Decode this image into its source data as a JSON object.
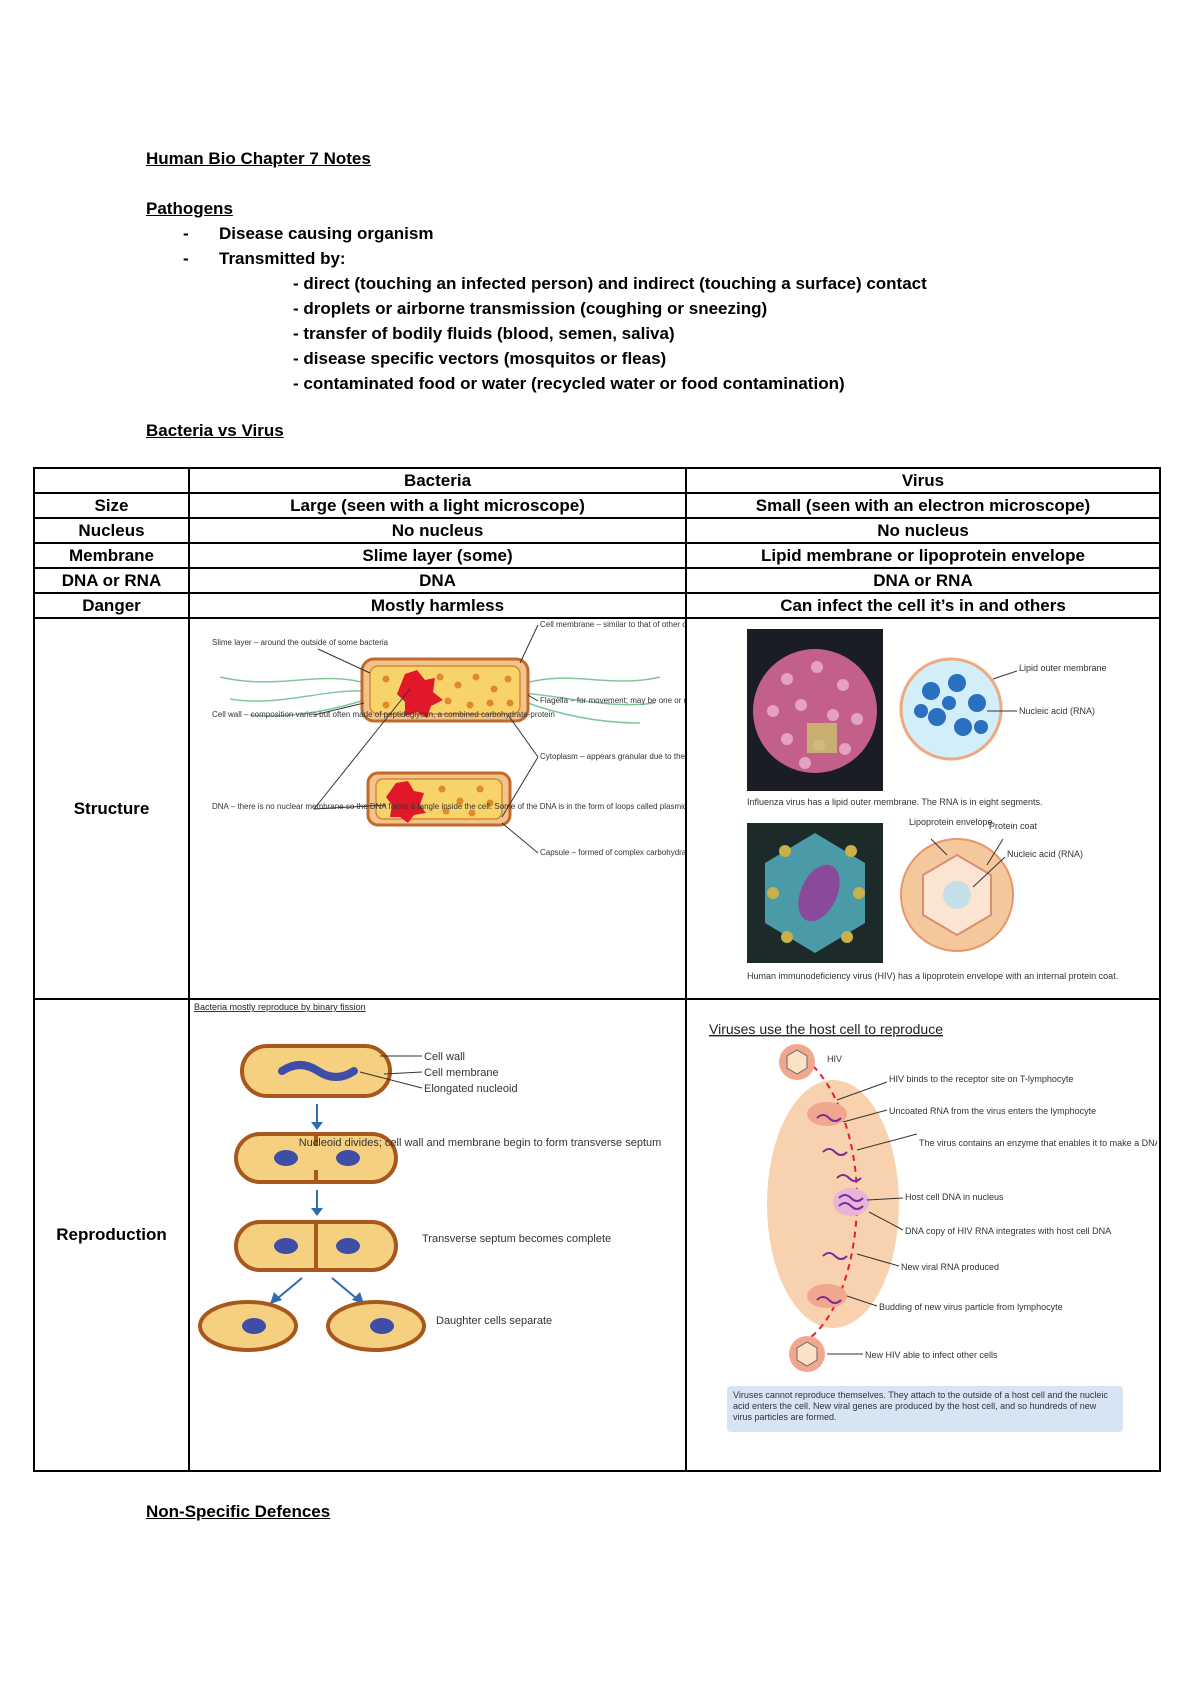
{
  "title": "Human Bio Chapter 7 Notes",
  "pathogens": {
    "heading": "Pathogens",
    "bullets": [
      "Disease causing organism",
      "Transmitted by:"
    ],
    "transmission": [
      "- direct (touching an infected person) and indirect (touching a surface) contact",
      "- droplets or airborne transmission (coughing or sneezing)",
      "- transfer of bodily fluids (blood, semen, saliva)",
      "- disease specific vectors (mosquitos or fleas)",
      "- contaminated food or water (recycled water or food contamination)"
    ]
  },
  "comparison": {
    "heading": "Bacteria vs Virus",
    "columns": [
      "",
      "Bacteria",
      "Virus"
    ],
    "rows": [
      {
        "label": "Size",
        "bacteria": "Large (seen with a light microscope)",
        "virus": "Small (seen with an electron microscope)"
      },
      {
        "label": "Nucleus",
        "bacteria": "No nucleus",
        "virus": "No nucleus"
      },
      {
        "label": "Membrane",
        "bacteria": "Slime layer (some)",
        "virus": "Lipid membrane or lipoprotein envelope"
      },
      {
        "label": "DNA or RNA",
        "bacteria": "DNA",
        "virus": "DNA or RNA"
      },
      {
        "label": "Danger",
        "bacteria": "Mostly harmless",
        "virus": "Can infect the cell it’s in and others"
      }
    ],
    "structure_label": "Structure",
    "reproduction_label": "Reproduction"
  },
  "figures": {
    "bacteria_structure": {
      "slime": "Slime layer – around the outside of some bacteria",
      "cellwall": "Cell wall – composition varies but often made of peptidoglycan, a combined carbohydrate-protein",
      "dna": "DNA – there is no nuclear membrane so the DNA forms a tangle inside the cell. Some of the DNA is in the form of loops called plasmids that can be exchanged during reproduction",
      "membrane": "Cell membrane – similar to that of other cells",
      "flagella": "Flagella – for movement; may be one or many but not found in all bacteria",
      "cytoplasm": "Cytoplasm – appears granular due to the presence of ribosomes. Bacteria do not have membrane-bound organelles such as mitochondria or Golgi apparatus",
      "capsule": "Capsule – formed of complex carbohydrates by some bacteria for protection"
    },
    "virus_structure": {
      "lipid_outer": "Lipid outer membrane",
      "nucleic1": "Nucleic acid (RNA)",
      "flu_caption": "Influenza virus has a lipid outer membrane. The RNA is in eight segments.",
      "lipoprotein": "Lipoprotein envelope",
      "protein_coat": "Protein coat",
      "nucleic2": "Nucleic acid (RNA)",
      "hiv_caption": "Human immunodeficiency virus (HIV) has a lipoprotein envelope with an internal protein coat."
    },
    "bacteria_repro": {
      "title": "Bacteria mostly reproduce by binary fission",
      "cell_wall": "Cell wall",
      "cell_membrane": "Cell membrane",
      "nucleoid": "Elongated nucleoid",
      "step2": "Nucleoid divides; cell wall and membrane begin to form transverse septum",
      "step3": "Transverse septum becomes complete",
      "step4": "Daughter cells separate"
    },
    "virus_repro": {
      "title": "Viruses use the host cell to reproduce",
      "hiv": "HIV",
      "s1": "HIV binds to the receptor site on T-lymphocyte",
      "s2": "Uncoated RNA from the virus enters the lymphocyte",
      "s3": "The virus contains an enzyme that enables it to make a DNA copy of its RNA",
      "s4": "Host cell DNA in nucleus",
      "s5": "DNA copy of HIV RNA integrates with host cell DNA",
      "s6": "New viral RNA produced",
      "s7": "Budding of new virus particle from lymphocyte",
      "s8": "New HIV able to infect other cells",
      "box": "Viruses cannot reproduce themselves. They attach to the outside of a host cell and the nucleic acid enters the cell. New viral genes are produced by the host cell, and so hundreds of new virus particles are formed."
    }
  },
  "next_heading": "Non-Specific Defences"
}
